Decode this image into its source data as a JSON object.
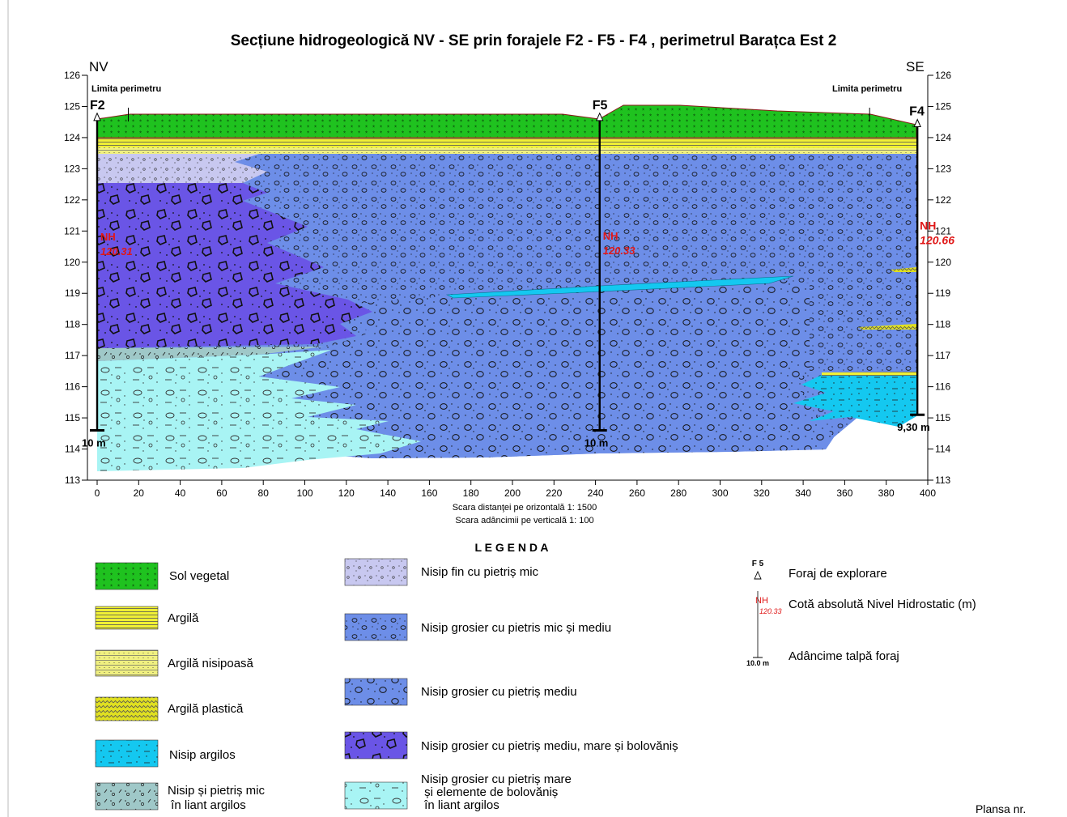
{
  "title": "Secțiune hidrogeologică NV - SE  prin forajele F2 - F5 - F4 , perimetrul Barațca Est 2",
  "orientation": {
    "left": "NV",
    "right": "SE"
  },
  "perimeter_limit_label": "Limita perimetru",
  "colors": {
    "sol_vegetal": "#1fc21f",
    "argila": "#e8e830",
    "nisip_fin": "#c8c8f0",
    "nisip_grosier_mic_mediu": "#6d8ee8",
    "nisip_grosier_mediu_mare": "#6a55e6",
    "nisip_argilos": "#14c8f0",
    "nisip_pietris_liant": "#9fc8c8",
    "nisip_grosier_bolovanis": "#a8f4f4",
    "nh_text": "#e01818"
  },
  "chart_data": {
    "type": "cross-section",
    "title": "Secțiune hidrogeologică NV - SE  prin forajele F2 - F5 - F4 , perimetrul Barațca Est 2",
    "x_ticks": [
      "0",
      "20",
      "40",
      "60",
      "80",
      "100",
      "120",
      "140",
      "160",
      "180",
      "200",
      "220",
      "240",
      "260",
      "280",
      "300",
      "320",
      "340",
      "360",
      "380",
      "400"
    ],
    "y_ticks": [
      "113",
      "114",
      "115",
      "116",
      "117",
      "118",
      "119",
      "120",
      "121",
      "122",
      "123",
      "124",
      "125",
      "126"
    ],
    "xlim": [
      0,
      400
    ],
    "ylim": [
      113,
      126
    ],
    "ground_profile": {
      "x": [
        0,
        15,
        225,
        240,
        250,
        270,
        300,
        340,
        370,
        395
      ],
      "y": [
        124.6,
        124.75,
        124.75,
        124.6,
        125.0,
        125.0,
        124.9,
        124.75,
        124.75,
        124.4
      ]
    },
    "boreholes": [
      {
        "name": "F2",
        "x": 0,
        "top": 124.6,
        "bottom": 114.6,
        "depth_label": "10 m",
        "nh_label": "NH",
        "nh_value": "120.31",
        "nh_elev": 120.31
      },
      {
        "name": "F5",
        "x": 242,
        "top": 124.6,
        "bottom": 114.6,
        "depth_label": "10 m",
        "nh_label": "NH",
        "nh_value": "120.33",
        "nh_elev": 120.33
      },
      {
        "name": "F4",
        "x": 395,
        "top": 124.4,
        "bottom": 115.1,
        "depth_label": "9,30 m",
        "nh_label": "NH",
        "nh_value": "120.66",
        "nh_elev": 120.66
      }
    ],
    "perimeter_limits_x": [
      15,
      372
    ],
    "scale_h": "Scara distanţei pe orizontală 1: 1500",
    "scale_v": "Scara adâncimii pe verticală  1: 100"
  },
  "legend": {
    "title": "L E G E N D A",
    "col1": [
      {
        "key": "sol",
        "label": "Sol vegetal"
      },
      {
        "key": "argila",
        "label": "Argilă"
      },
      {
        "key": "argila_nisip",
        "label": "Argilă nisipoasă"
      },
      {
        "key": "argila_plastica",
        "label": "Argilă plastică"
      },
      {
        "key": "nisip_argilos",
        "label": "Nisip argilos"
      },
      {
        "key": "nisip_liant",
        "label": "Nisip și pietriș mic\n în liant argilos"
      }
    ],
    "col2": [
      {
        "key": "nisip_fin",
        "label": "Nisip fin cu pietriș mic"
      },
      {
        "key": "ngrosier_mic",
        "label": "Nisip grosier cu pietris mic și mediu"
      },
      {
        "key": "ngrosier_mediu",
        "label": "Nisip grosier cu pietriș mediu"
      },
      {
        "key": "ngrosier_mare",
        "label": "Nisip grosier cu pietriș mediu, mare și bolovăniș"
      },
      {
        "key": "ngrosier_bolov",
        "label": "Nisip grosier cu pietriș mare\n și elemente de bolovăniș\n în liant argilos"
      }
    ],
    "col3": [
      {
        "key": "foraj",
        "label": "Foraj de explorare",
        "sym": "F 5"
      },
      {
        "key": "nh",
        "label": "Cotă absolută Nivel Hidrostatic (m)",
        "sym": "NH",
        "sym2": "120.33"
      },
      {
        "key": "talpa",
        "label": "Adâncime talpă foraj",
        "sym": "10.0 m"
      }
    ]
  },
  "plansa": "Plansa nr."
}
